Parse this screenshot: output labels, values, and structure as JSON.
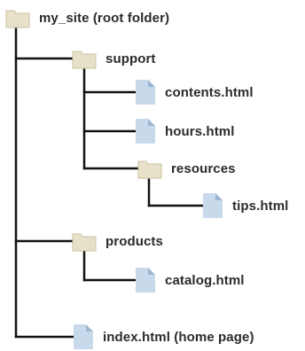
{
  "colors": {
    "line": "#111111",
    "folder_fill": "#e6e1c8",
    "folder_stroke": "#c9c2a2",
    "file_fill": "#c9d9ec",
    "file_fold": "#9fb6d2",
    "text": "#2b2b2b"
  },
  "tree": {
    "root": {
      "label": "my_site (root folder)",
      "icon": "folder-icon"
    },
    "support": {
      "label": "support",
      "icon": "folder-icon"
    },
    "contents": {
      "label": "contents.html",
      "icon": "file-icon"
    },
    "hours": {
      "label": "hours.html",
      "icon": "file-icon"
    },
    "resources": {
      "label": "resources",
      "icon": "folder-icon"
    },
    "tips": {
      "label": "tips.html",
      "icon": "file-icon"
    },
    "products": {
      "label": "products",
      "icon": "folder-icon"
    },
    "catalog": {
      "label": "catalog.html",
      "icon": "file-icon"
    },
    "index": {
      "label": "index.html (home page)",
      "icon": "file-icon"
    }
  }
}
